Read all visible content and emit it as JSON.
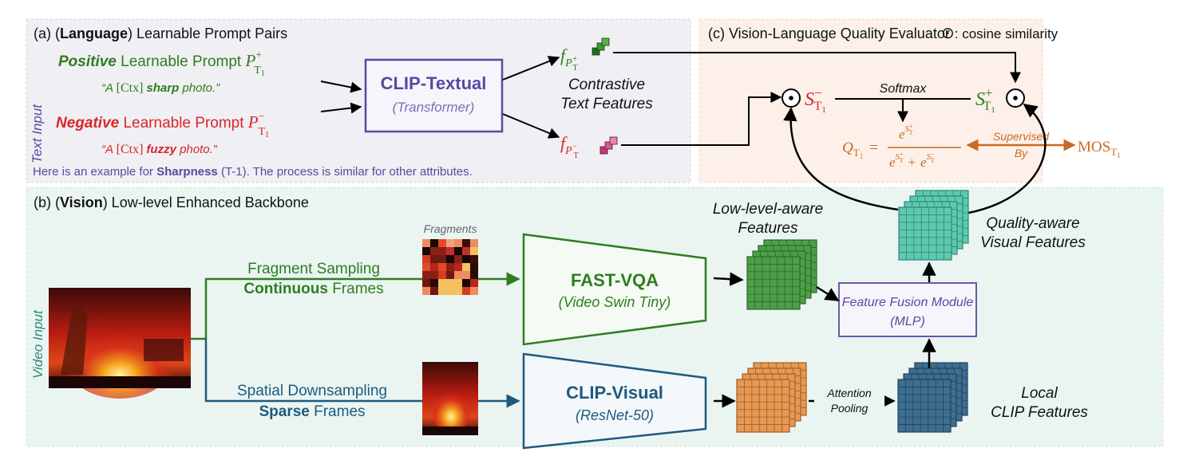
{
  "panels": {
    "language": {
      "prefix": "(a) (",
      "bold": "Language",
      "suffix": ") Learnable Prompt Pairs",
      "side_label": "Text Input",
      "pos_word": "Positive",
      "pos_rest": " Learnable Prompt ",
      "pos_symbol": "P",
      "pos_sup": "+",
      "pos_sub": "T",
      "sub_index": "1",
      "pos_example_1": "“A ",
      "pos_example_ctx": "[Ctx] ",
      "pos_example_word": "sharp",
      "pos_example_2": " photo.”",
      "neg_word": "Negative",
      "neg_rest": " Learnable Prompt ",
      "neg_symbol": "P",
      "neg_sup": "−",
      "neg_sub": "T",
      "neg_example_1": "“A ",
      "neg_example_ctx": "[Ctx] ",
      "neg_example_word": "fuzzy",
      "neg_example_2": " photo.”",
      "clip_textual": "CLIP-Textual",
      "transformer": "(Transformer)",
      "contrastive_1": "Contrastive",
      "contrastive_2": "Text Features",
      "feat_f": "f",
      "footnote_1": "Here is an example for ",
      "footnote_bold": "Sharpness",
      "footnote_2": " (T-1). The process is similar for other attributes."
    },
    "evaluator": {
      "title": "(c) Vision-Language Quality Evaluator",
      "legend_symbol": "⊙",
      "legend_text": ": cosine similarity",
      "s_symbol": "S",
      "softmax": "Softmax",
      "q_symbol": "Q",
      "e": "e",
      "plus": "+",
      "eq": "=",
      "supervised_1": "Supervised",
      "supervised_2": "By",
      "mos": "MOS",
      "odot": "⊙"
    },
    "vision": {
      "prefix": "(b) (",
      "bold": "Vision",
      "suffix": ") Low-level Enhanced Backbone",
      "side_label": "Video Input",
      "fragments_label": "Fragments",
      "frag_sampling": "Fragment Sampling",
      "continuous_bold": "Continuous",
      "frames": " Frames",
      "spatial_down": "Spatial Downsampling",
      "sparse_bold": "Sparse",
      "fast_vqa": "FAST-VQA",
      "video_swin": "(Video Swin Tiny)",
      "clip_visual": "CLIP-Visual",
      "resnet": "(ResNet-50)",
      "low_level_1": "Low-level-aware",
      "low_level_2": "Features",
      "quality_1": "Quality-aware",
      "quality_2": "Visual Features",
      "fusion_1": "Feature Fusion Module",
      "fusion_2": "(MLP)",
      "attention_1": "Attention",
      "attention_2": "Pooling",
      "local_1": "Local",
      "local_2": "CLIP Features"
    }
  },
  "colors": {
    "green": "#2e7d1e",
    "red": "#d8262a",
    "purple": "#5a48a0",
    "blue": "#1e5a7e",
    "orange": "#c96a22",
    "teal_text": "#2a8a7a",
    "panel_a_bg": "#f0eff3",
    "panel_b_bg": "#eaf5f2",
    "panel_c_bg": "#fdf0e8"
  }
}
